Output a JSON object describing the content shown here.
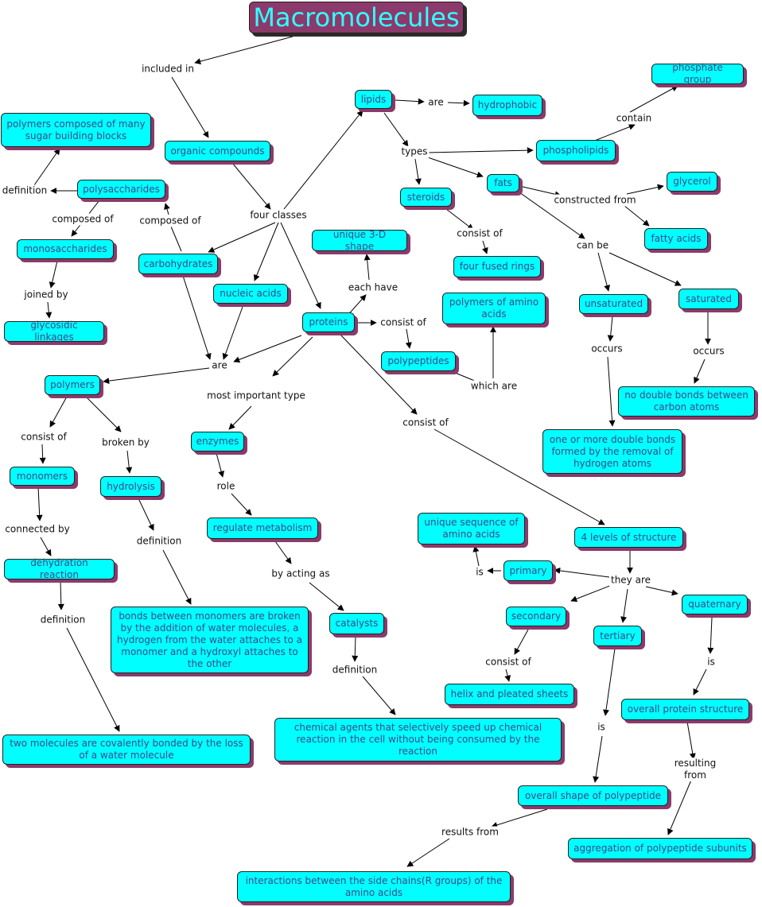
{
  "title": "Macromolecules",
  "nodes": {
    "polymers_of_sugar": "polymers composed of many sugar building blocks",
    "polysaccharides": "polysaccharides",
    "monosaccharides": "monosaccharides",
    "glycosidic_linkages": "glycosidic linkages",
    "organic_compounds": "organic compounds",
    "carbohydrates": "carbohydrates",
    "nucleic_acids": "nucleic acids",
    "proteins": "proteins",
    "lipids": "lipids",
    "hydrophobic": "hydrophobic",
    "phosphate_group": "phosphate group",
    "phospholipids": "phospholipids",
    "steroids": "steroids",
    "fats": "fats",
    "glycerol": "glycerol",
    "fatty_acids": "fatty acids",
    "four_fused_rings": "four fused rings",
    "unique_3d_shape": "unique 3-D shape",
    "polymers_of_amino_acids": "polymers of amino acids",
    "polypeptides": "polypeptides",
    "unsaturated": "unsaturated",
    "saturated": "saturated",
    "no_double_bonds": "no double bonds between carbon atoms",
    "one_or_more_double_bonds": "one or more double bonds formed by the removal of hydrogen atoms",
    "polymers": "polymers",
    "monomers": "monomers",
    "hydrolysis": "hydrolysis",
    "enzymes": "enzymes",
    "regulate_metabolism": "regulate metabolism",
    "dehydration_reaction": "dehydration reaction",
    "hydrolysis_def": "bonds between monomers are broken by the addition of water molecules, a hydrogen from the water attaches to a monomer and a hydroxyl attaches to the other",
    "catalysts": "catalysts",
    "catalysts_def": "chemical agents that selectively speed up chemical reaction in the cell without being consumed by the reaction",
    "dehydration_def": "two molecules are covalently bonded by the loss of a water molecule",
    "four_levels": "4 levels of structure",
    "unique_sequence": "unique sequence of amino acids",
    "primary": "primary",
    "secondary": "secondary",
    "tertiary": "tertiary",
    "quaternary": "quaternary",
    "helix_sheets": "helix and pleated sheets",
    "overall_protein_structure": "overall protein structure",
    "overall_shape": "overall shape of polypeptide",
    "aggregation": "aggregation of polypeptide subunits",
    "interactions": "interactions between the side chains(R groups) of the amino acids"
  },
  "labels": {
    "included_in": "included in",
    "definition_poly": "definition",
    "composed_of_1": "composed of",
    "composed_of_2": "composed of",
    "joined_by": "joined by",
    "four_classes": "four classes",
    "are_lipids": "are",
    "types": "types",
    "contain": "contain",
    "constructed_from": "constructed from",
    "consist_of_steroids": "consist of",
    "can_be": "can be",
    "each_have": "each have",
    "consist_of_proteins": "consist of",
    "which_are": "which are",
    "occurs_1": "occurs",
    "occurs_2": "occurs",
    "are_main": "are",
    "most_important_type": "most important type",
    "consist_of_big": "consist of",
    "consist_of_polymers": "consist of",
    "broken_by": "broken by",
    "role": "role",
    "connected_by": "connected by",
    "definition_hydrolysis": "definition",
    "by_acting_as": "by acting as",
    "definition_dehydration": "definition",
    "definition_catalysts": "definition",
    "is_primary": "is",
    "they_are": "they are",
    "consist_of_secondary": "consist of",
    "is_quaternary": "is",
    "is_tertiary": "is",
    "resulting_from": "resulting from",
    "results_from": "results from"
  }
}
